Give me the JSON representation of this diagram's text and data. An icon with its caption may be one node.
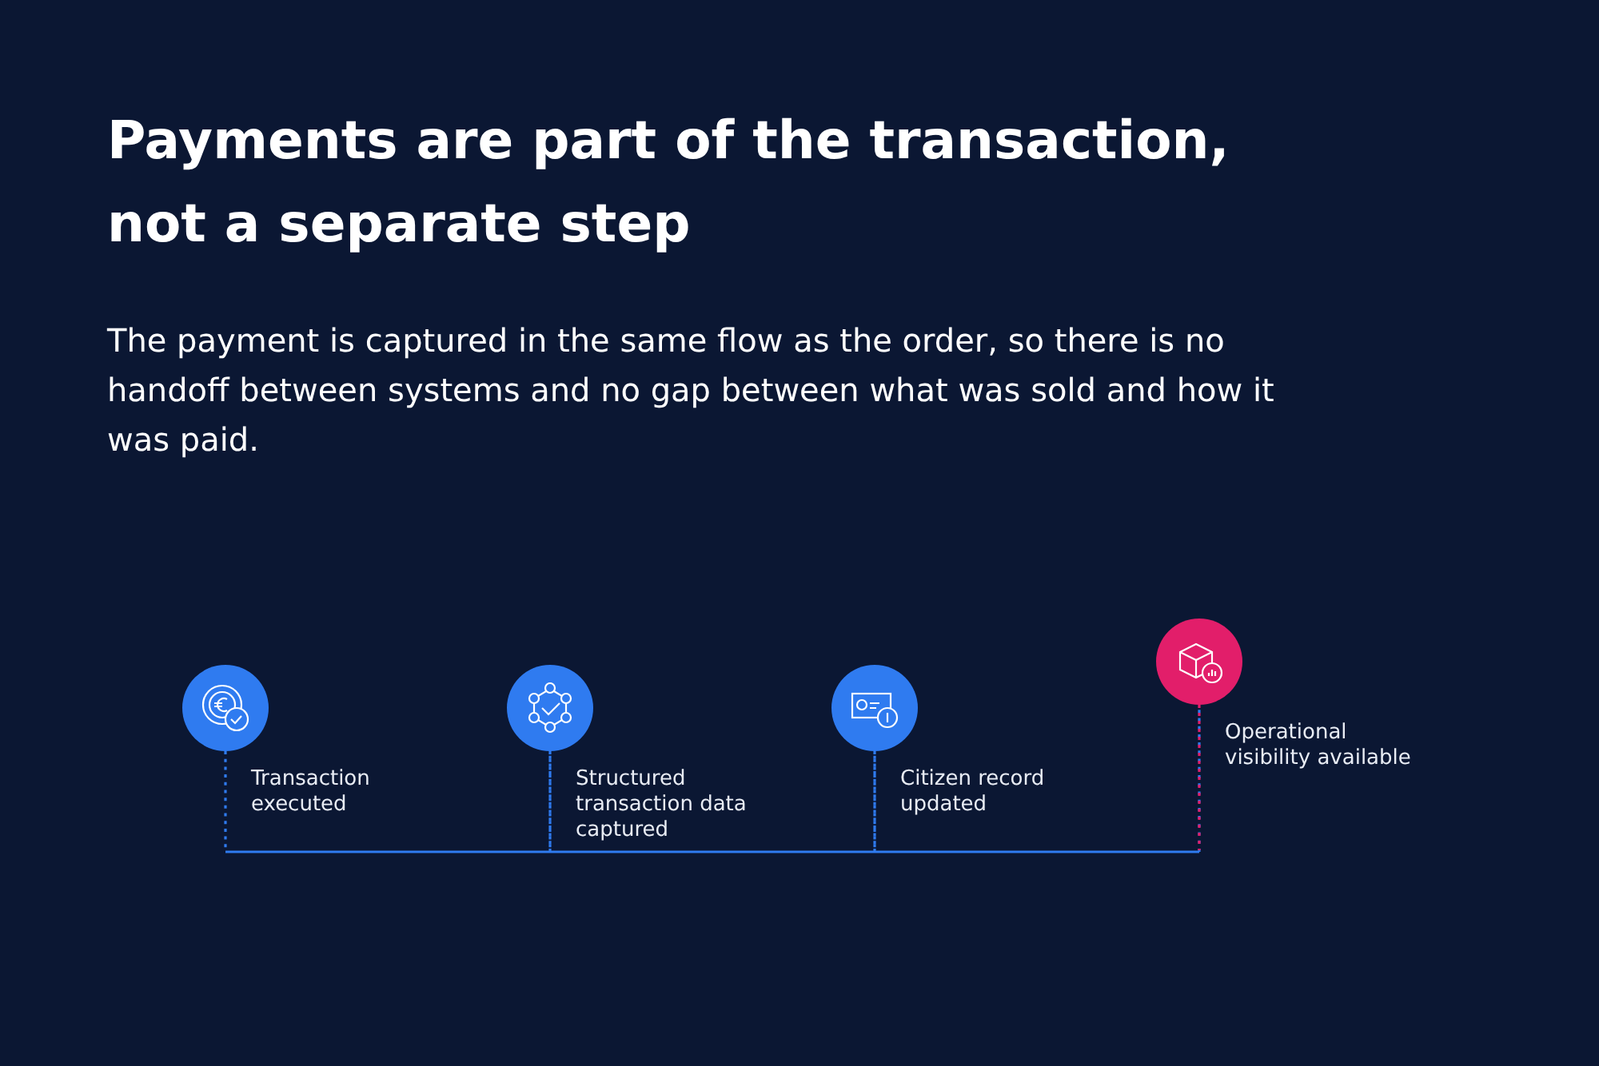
{
  "diagram": {
    "title": "Payments are part of the transaction, not a separate step",
    "caption": "The payment is captured in the same flow as the order, so there is no handoff between systems and no gap between what was sold and how it was paid.",
    "nodes": [
      {
        "text": [],
        "shape": "circle",
        "beside": [
          "Transaction executed"
        ]
      },
      {
        "text": [],
        "shape": "circle",
        "beside": [
          "Structured transaction data captured"
        ]
      },
      {
        "text": [],
        "shape": "circle",
        "beside": [
          "Citizen record updated"
        ]
      },
      {
        "text": [],
        "shape": "circle",
        "beside": [
          "Operational visibility available"
        ]
      }
    ],
    "edges": [
      {
        "from": 0,
        "to": 1,
        "arrow": "none"
      },
      {
        "from": 1,
        "to": 2,
        "arrow": "none"
      },
      {
        "from": 2,
        "to": 3,
        "arrow": "none"
      }
    ]
  }
}
